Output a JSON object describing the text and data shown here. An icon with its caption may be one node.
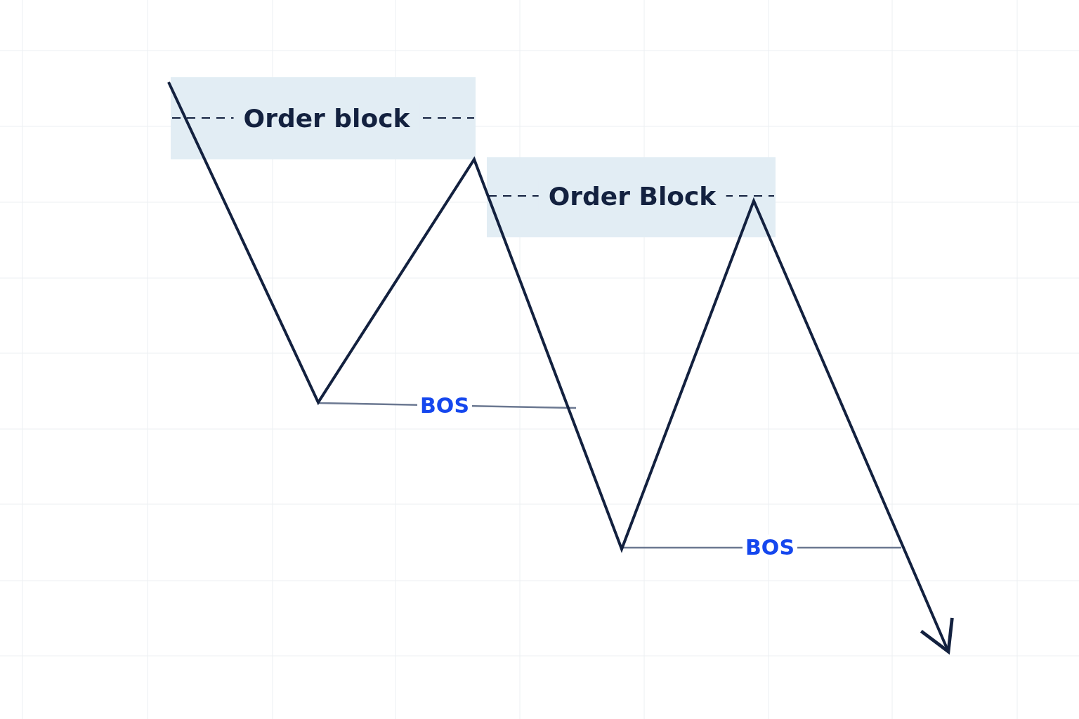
{
  "diagram": {
    "nodes": [
      {
        "text": [
          "Order block"
        ]
      },
      {
        "text": [
          "Order Block"
        ]
      }
    ],
    "labels": [
      "BOS",
      "BOS"
    ]
  }
}
